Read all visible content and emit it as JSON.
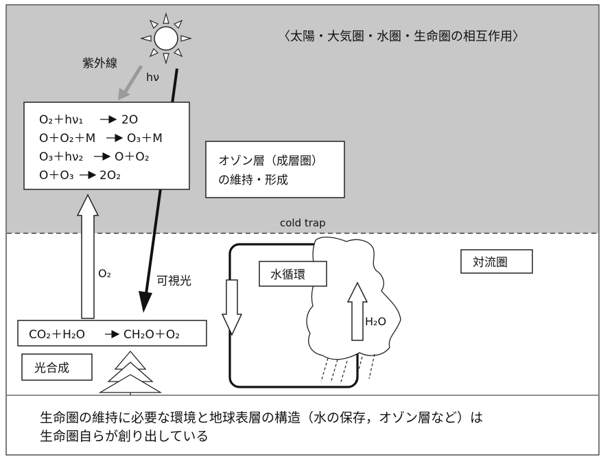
{
  "diagram": {
    "heading": "〈太陽・大気圏・水圏・生命圏の相互作用〉",
    "uv_label": "紫外線",
    "hv_label": "hν",
    "reactions": {
      "r1": {
        "lhs": "O₂＋hν₁",
        "rhs": "2O"
      },
      "r2": {
        "lhs": "O＋O₂＋M",
        "rhs": "O₃＋M"
      },
      "r3": {
        "lhs": "O₃＋hν₂",
        "rhs": "O＋O₂"
      },
      "r4": {
        "lhs": "O＋O₃",
        "rhs": "2O₂"
      }
    },
    "ozone": {
      "line1": "オゾン層（成層圏）",
      "line2": "の維持・形成"
    },
    "cold_trap": "cold trap",
    "troposphere": "対流圏",
    "o2_label": "O₂",
    "visible_light": "可視光",
    "water_cycle": "水循環",
    "h2o_label": "H₂O",
    "photosynthesis_eq": {
      "lhs": "CO₂＋H₂O",
      "rhs": "CH₂O＋O₂"
    },
    "photosynthesis": "光合成"
  },
  "caption": {
    "line1": "生命圏の維持に必要な環境と地球表層の構造（水の保存，オゾン層など）は",
    "line2": "生命圏自らが創り出している"
  },
  "colors": {
    "stratosphere": "#c8c8c8",
    "uv_arrow": "#9a9a9a",
    "ink": "#111111"
  }
}
